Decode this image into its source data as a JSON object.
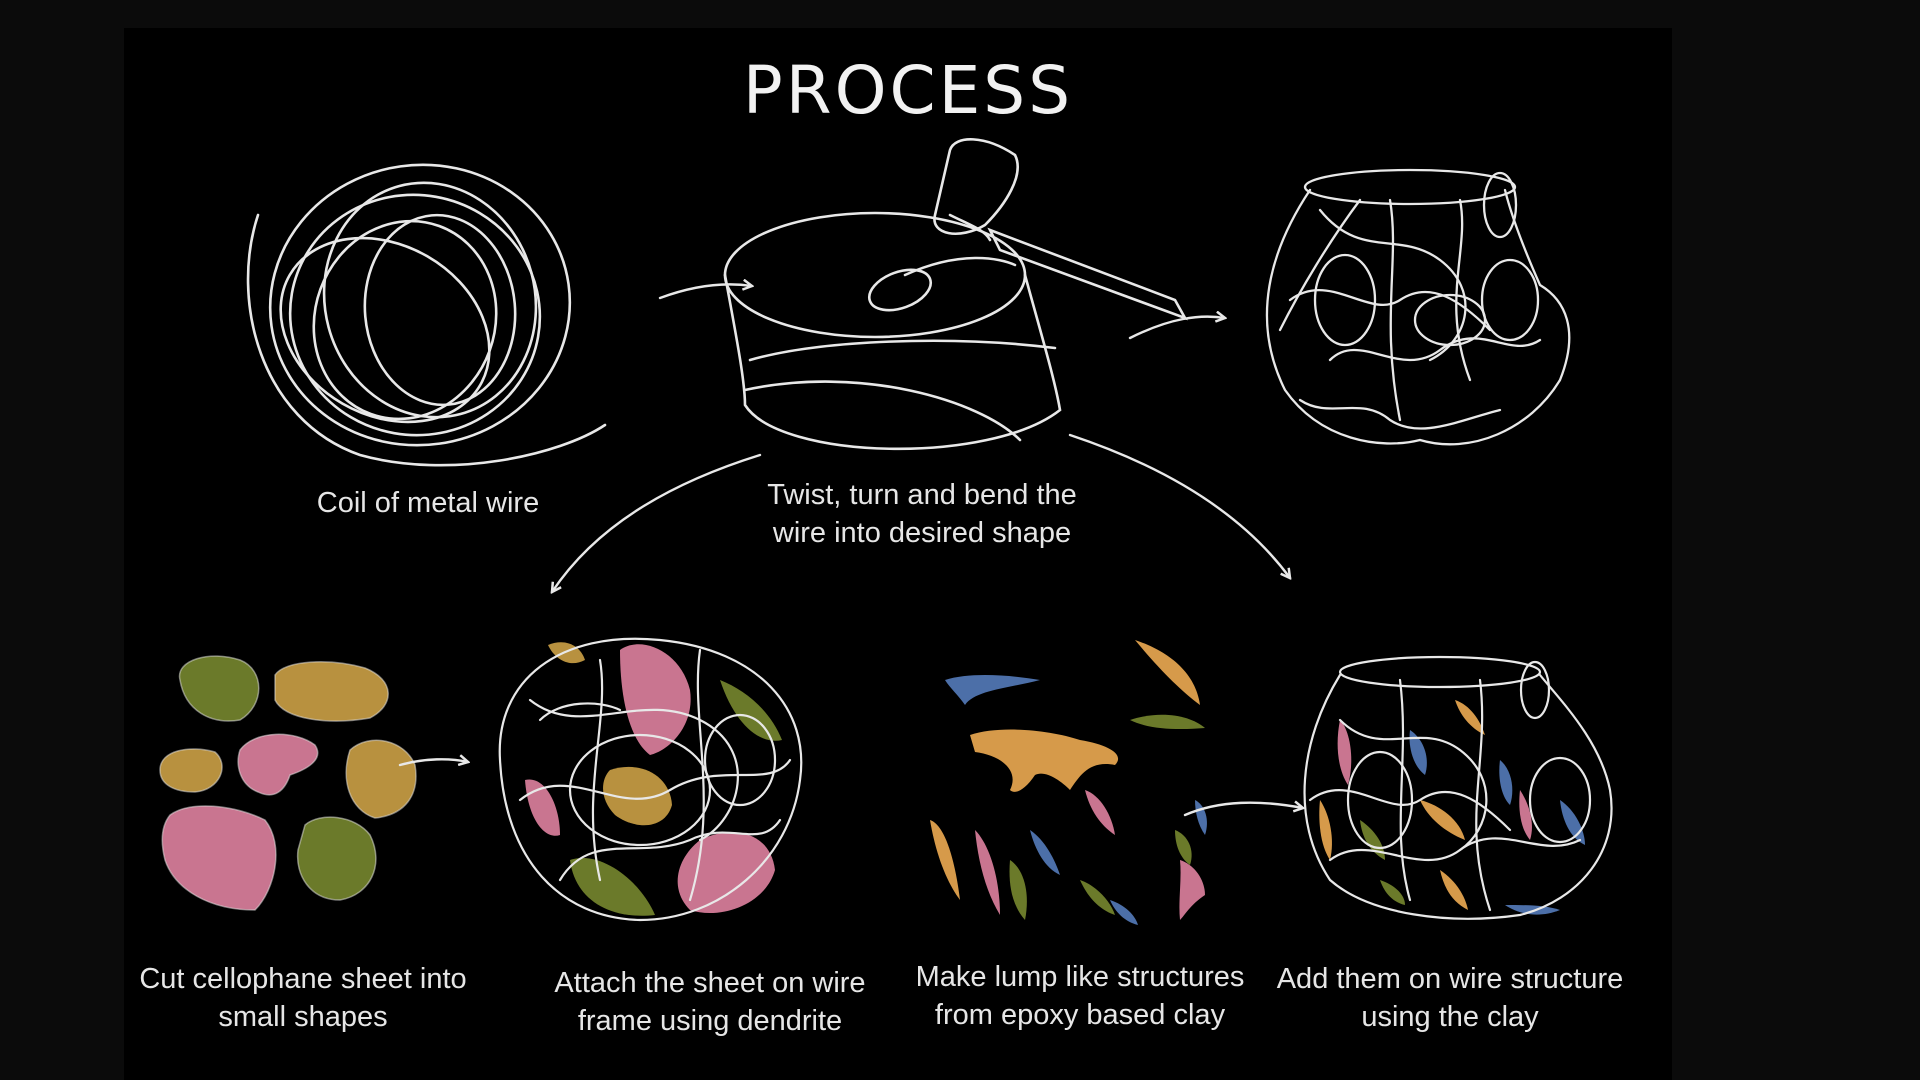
{
  "title": "PROCESS",
  "steps": [
    {
      "name": "coil",
      "lines": [
        "Coil of metal wire"
      ]
    },
    {
      "name": "twist",
      "lines": [
        "Twist, turn and bend the",
        "wire into desired shape"
      ]
    },
    {
      "name": "cut",
      "lines": [
        "Cut cellophane sheet into",
        "small shapes"
      ]
    },
    {
      "name": "attach",
      "lines": [
        "Attach the sheet on wire",
        "frame using dendrite"
      ]
    },
    {
      "name": "lump",
      "lines": [
        "Make lump like structures",
        "from epoxy based clay"
      ]
    },
    {
      "name": "add",
      "lines": [
        "Add them on wire structure",
        "using the clay"
      ]
    }
  ],
  "colors": {
    "background": "#000000",
    "line": "#e8e8e8",
    "olive": "#6b7a2a",
    "tan": "#b8913f",
    "pink": "#c97590",
    "blue": "#4c6fa8",
    "orange": "#d69a4a"
  },
  "icons": [
    "wire-coil-icon",
    "hammer-icon",
    "wire-frame-icon",
    "cellophane-shapes-icon",
    "clay-lumps-icon"
  ]
}
